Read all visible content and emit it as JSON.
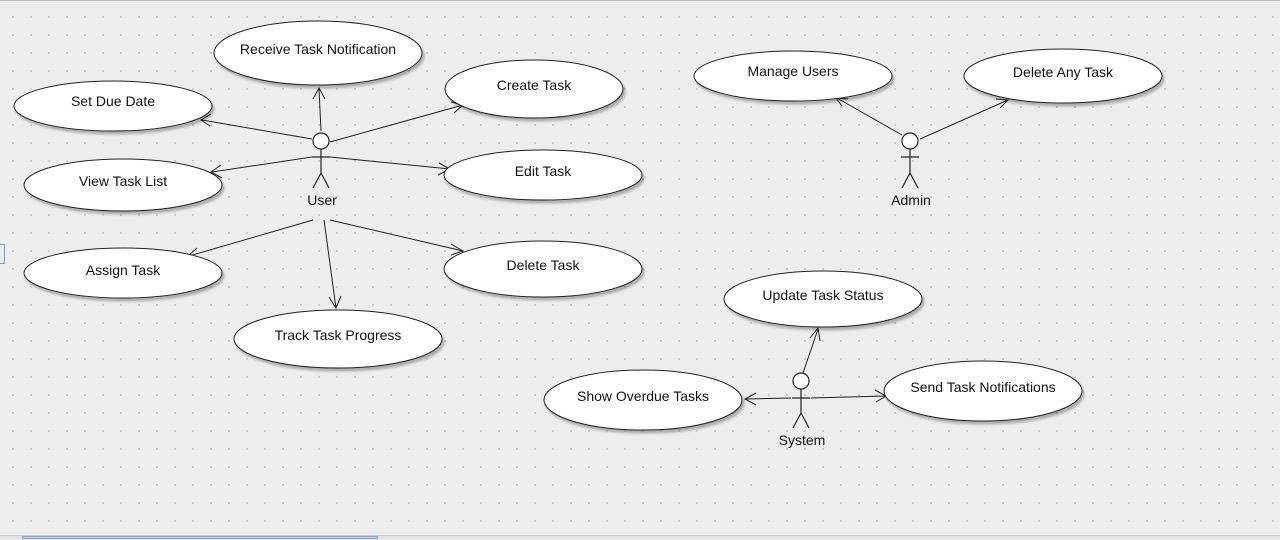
{
  "actors": [
    {
      "id": "user",
      "label": "User"
    },
    {
      "id": "admin",
      "label": "Admin"
    },
    {
      "id": "system",
      "label": "System"
    }
  ],
  "use_cases": [
    {
      "id": "receive_task_notification",
      "label": "Receive Task Notification"
    },
    {
      "id": "set_due_date",
      "label": "Set Due Date"
    },
    {
      "id": "create_task",
      "label": "Create Task"
    },
    {
      "id": "view_task_list",
      "label": "View Task List"
    },
    {
      "id": "edit_task",
      "label": "Edit Task"
    },
    {
      "id": "assign_task",
      "label": "Assign Task"
    },
    {
      "id": "delete_task",
      "label": "Delete Task"
    },
    {
      "id": "track_task_progress",
      "label": "Track Task Progress"
    },
    {
      "id": "manage_users",
      "label": "Manage Users"
    },
    {
      "id": "delete_any_task",
      "label": "Delete Any Task"
    },
    {
      "id": "update_task_status",
      "label": "Update Task Status"
    },
    {
      "id": "show_overdue_tasks",
      "label": "Show Overdue Tasks"
    },
    {
      "id": "send_task_notifications",
      "label": "Send Task Notifications"
    }
  ],
  "associations": [
    {
      "from": "user",
      "to": "receive_task_notification"
    },
    {
      "from": "user",
      "to": "set_due_date"
    },
    {
      "from": "user",
      "to": "create_task"
    },
    {
      "from": "user",
      "to": "view_task_list"
    },
    {
      "from": "user",
      "to": "edit_task"
    },
    {
      "from": "user",
      "to": "assign_task"
    },
    {
      "from": "user",
      "to": "delete_task"
    },
    {
      "from": "user",
      "to": "track_task_progress"
    },
    {
      "from": "admin",
      "to": "manage_users"
    },
    {
      "from": "admin",
      "to": "delete_any_task"
    },
    {
      "from": "system",
      "to": "update_task_status"
    },
    {
      "from": "system",
      "to": "show_overdue_tasks"
    },
    {
      "from": "system",
      "to": "send_task_notifications"
    }
  ]
}
